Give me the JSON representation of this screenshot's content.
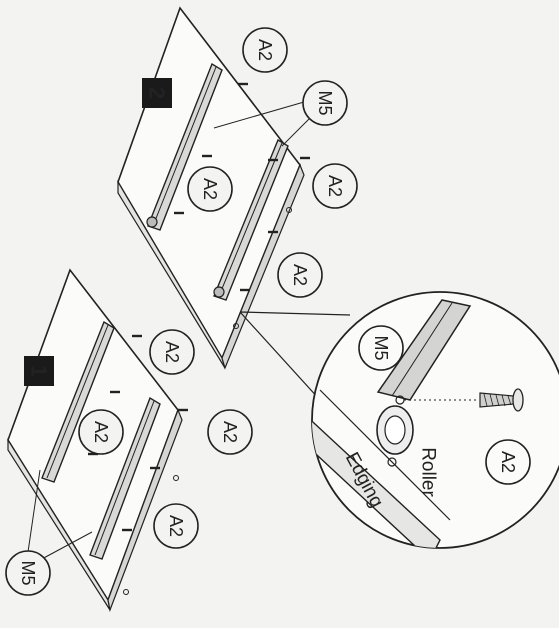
{
  "steps": [
    {
      "number": "1"
    },
    {
      "number": "2"
    }
  ],
  "callouts": {
    "panel_part": "A2",
    "slide_part": "M5",
    "screw_part": "A2"
  },
  "detail": {
    "roller_label": "Roller",
    "edging_label": "Edging",
    "slide_part": "M5",
    "screw_part": "A2"
  },
  "colors": {
    "background": "#f3f3f1",
    "line": "#222222",
    "badge": "#1a1a1a",
    "badge_text": "#ffffff"
  }
}
